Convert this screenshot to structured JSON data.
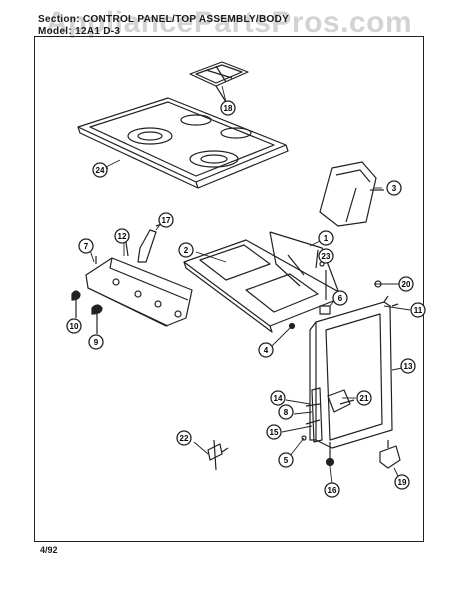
{
  "header": {
    "section_line": "Section: CONTROL PANEL/TOP ASSEMBLY/BODY",
    "model_line": "Model: 12A1 D-3"
  },
  "watermark": "AppliancePartsPros.com",
  "footer": {
    "date_code": "4/92"
  },
  "callouts": [
    "1",
    "2",
    "3",
    "4",
    "5",
    "6",
    "7",
    "8",
    "9",
    "10",
    "11",
    "12",
    "13",
    "14",
    "15",
    "16",
    "17",
    "18",
    "19",
    "20",
    "21",
    "22",
    "23",
    "24"
  ]
}
